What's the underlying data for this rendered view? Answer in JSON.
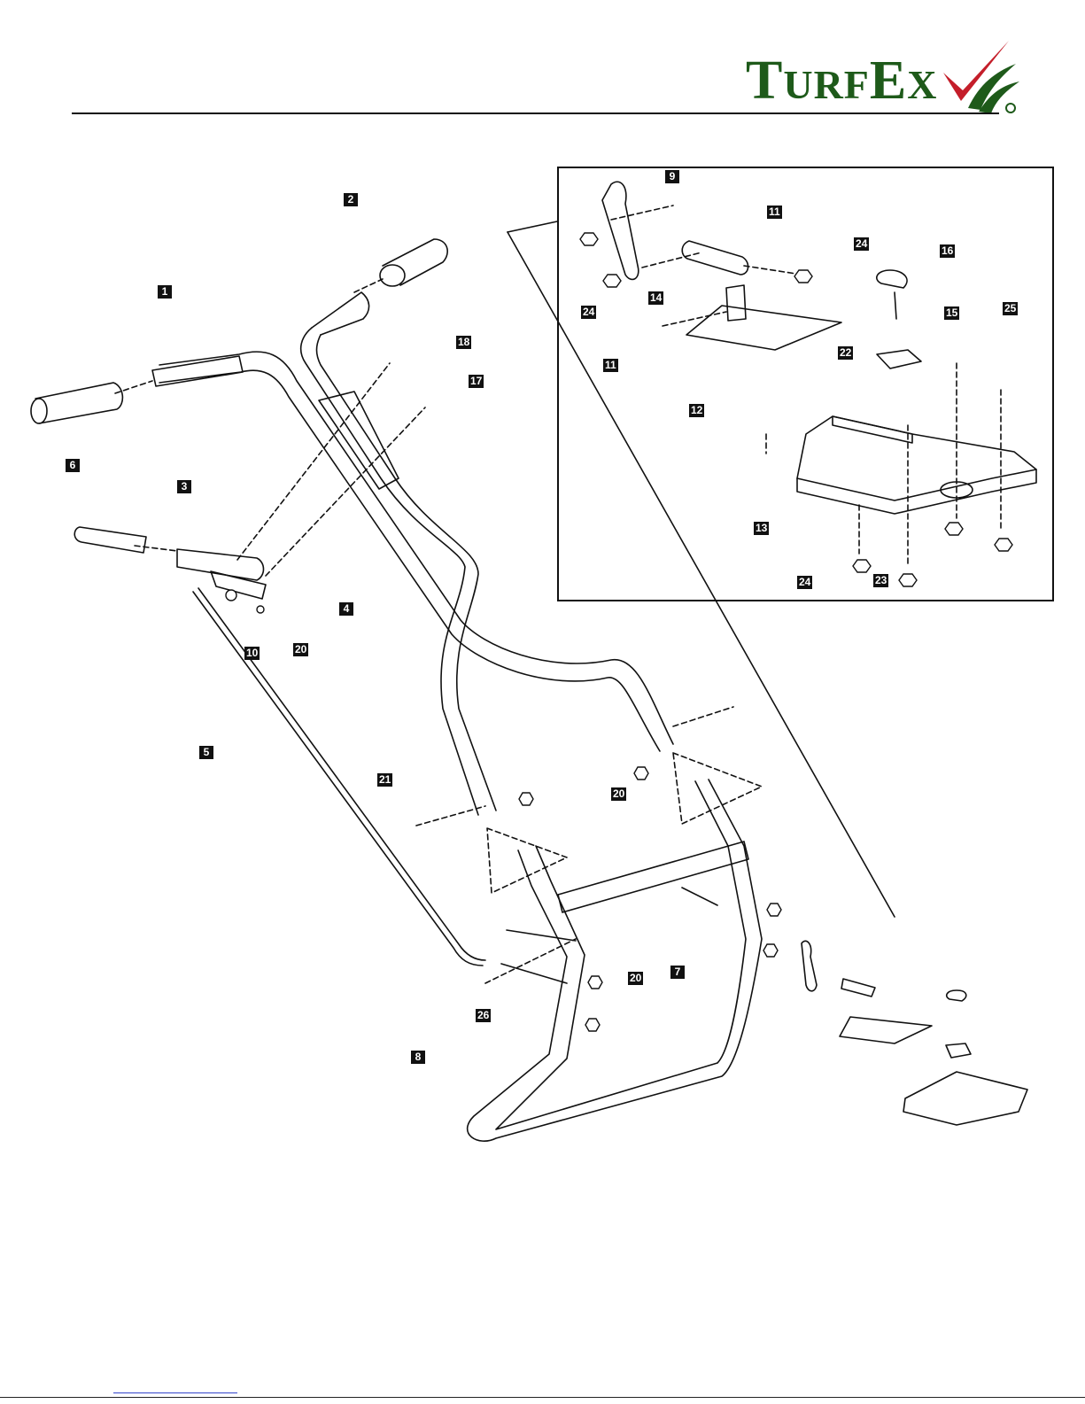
{
  "brand": {
    "logo_text_big_1": "T",
    "logo_text_small_1": "URF",
    "logo_text_big_2": "E",
    "logo_text_small_2": "X",
    "logo_color": "#1e5a1a",
    "check_color": "#c41e2a"
  },
  "callouts": {
    "c1": "1",
    "c2": "2",
    "c3": "3",
    "c4": "4",
    "c5": "5",
    "c6": "6",
    "c7": "7",
    "c8": "8",
    "c9": "9",
    "c10": "10",
    "c11a": "11",
    "c11b": "11",
    "c12": "12",
    "c13": "13",
    "c14": "14",
    "c15": "15",
    "c16": "16",
    "c17": "17",
    "c18": "18",
    "c20a": "20",
    "c20b": "20",
    "c20c": "20",
    "c21": "21",
    "c22": "22",
    "c23": "23",
    "c24a": "24",
    "c24b": "24",
    "c24c": "24",
    "c25": "25",
    "c26": "26"
  }
}
